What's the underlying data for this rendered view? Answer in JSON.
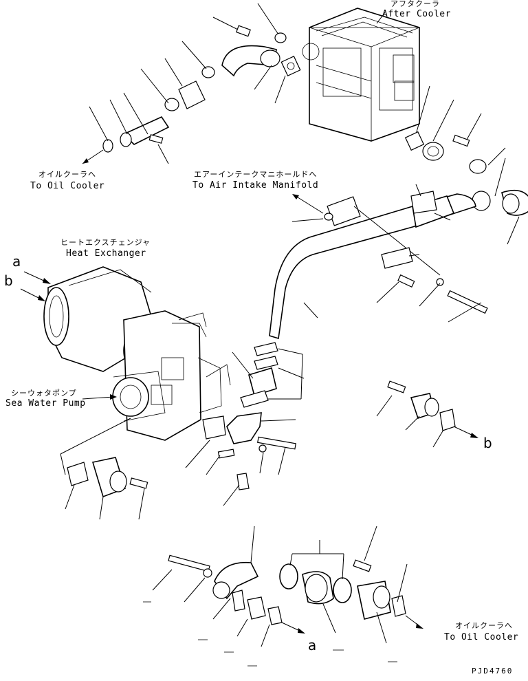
{
  "labels": {
    "after_cooler_jp": "アフタクーラ",
    "after_cooler_en": "After Cooler",
    "oil_cooler_top_jp": "オイルクーラへ",
    "oil_cooler_top_en": "To Oil Cooler",
    "intake_jp": "エアーインテークマニホールドへ",
    "intake_en": "To Air Intake Manifold",
    "heat_exchanger_jp": "ヒートエクスチェンジャ",
    "heat_exchanger_en": "Heat Exchanger",
    "sea_water_pump_jp": "シーウォタポンプ",
    "sea_water_pump_en": "Sea Water Pump",
    "oil_cooler_bottom_jp": "オイルクーラへ",
    "oil_cooler_bottom_en": "To Oil Cooler",
    "arrow_a_left": "a",
    "arrow_b_left": "b",
    "arrow_b_right": "b",
    "arrow_a_bottom": "a",
    "drawing_code": "PJD4760"
  }
}
